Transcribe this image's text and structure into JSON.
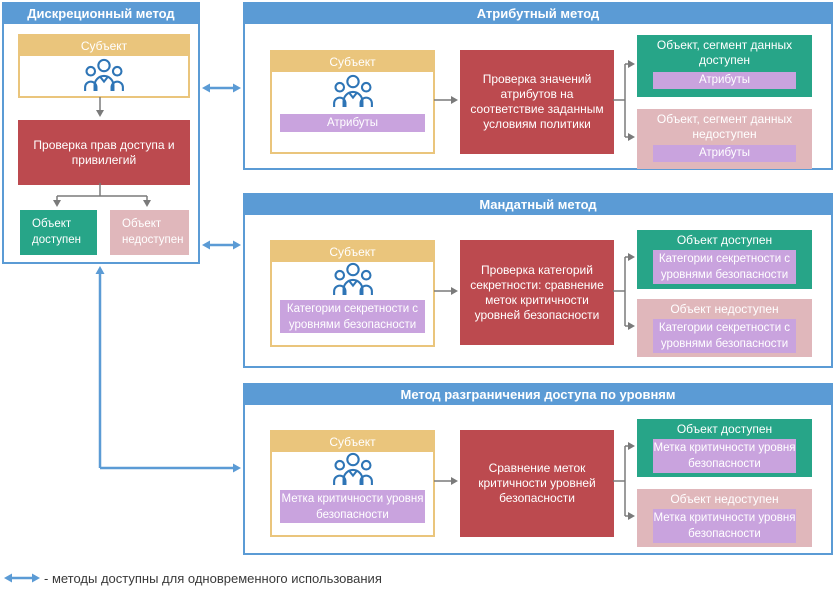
{
  "colors": {
    "accent_blue": "#5B9BD5",
    "subject_tan": "#EAC57C",
    "check_red": "#BC4A4F",
    "granted_green": "#27A588",
    "denied_pink": "#E0B7BB",
    "label_purple": "#C9A3DE",
    "icon_blue": "#2E75B6",
    "arrow_gray": "#7A7A7A"
  },
  "panels": {
    "discretionary": {
      "title": "Дискреционный метод",
      "subject_title": "Субъект",
      "check_text": "Проверка прав доступа и привилегий",
      "granted_title": "Объект доступен",
      "denied_title": "Объект недоступен"
    },
    "attribute": {
      "title": "Атрибутный метод",
      "subject_title": "Субъект",
      "subject_label": "Атрибуты",
      "check_text": "Проверка значений атрибутов на соответствие заданным условиям политики",
      "granted_title": "Объект, сегмент данных доступен",
      "granted_label": "Атрибуты",
      "denied_title": "Объект, сегмент данных недоступен",
      "denied_label": "Атрибуты"
    },
    "mandatory": {
      "title": "Мандатный метод",
      "subject_title": "Субъект",
      "subject_label": "Категории секретности с уровнями безопасности",
      "check_text": "Проверка категорий секретности: сравнение меток критичности уровней безопасности",
      "granted_title": "Объект доступен",
      "granted_label": "Категории секретности с уровнями безопасности",
      "denied_title": "Объект недоступен",
      "denied_label": "Категории секретности с уровнями безопасности"
    },
    "levels": {
      "title": "Метод разграничения доступа по уровням",
      "subject_title": "Субъект",
      "subject_label": "Метка критичности уровня безопасности",
      "check_text": "Сравнение меток критичности уровней безопасности",
      "granted_title": "Объект доступен",
      "granted_label": "Метка критичности уровня безопасности",
      "denied_title": "Объект недоступен",
      "denied_label": "Метка критичности уровня безопасности"
    }
  },
  "legend": {
    "text": "- методы доступны для одновременного использования"
  }
}
